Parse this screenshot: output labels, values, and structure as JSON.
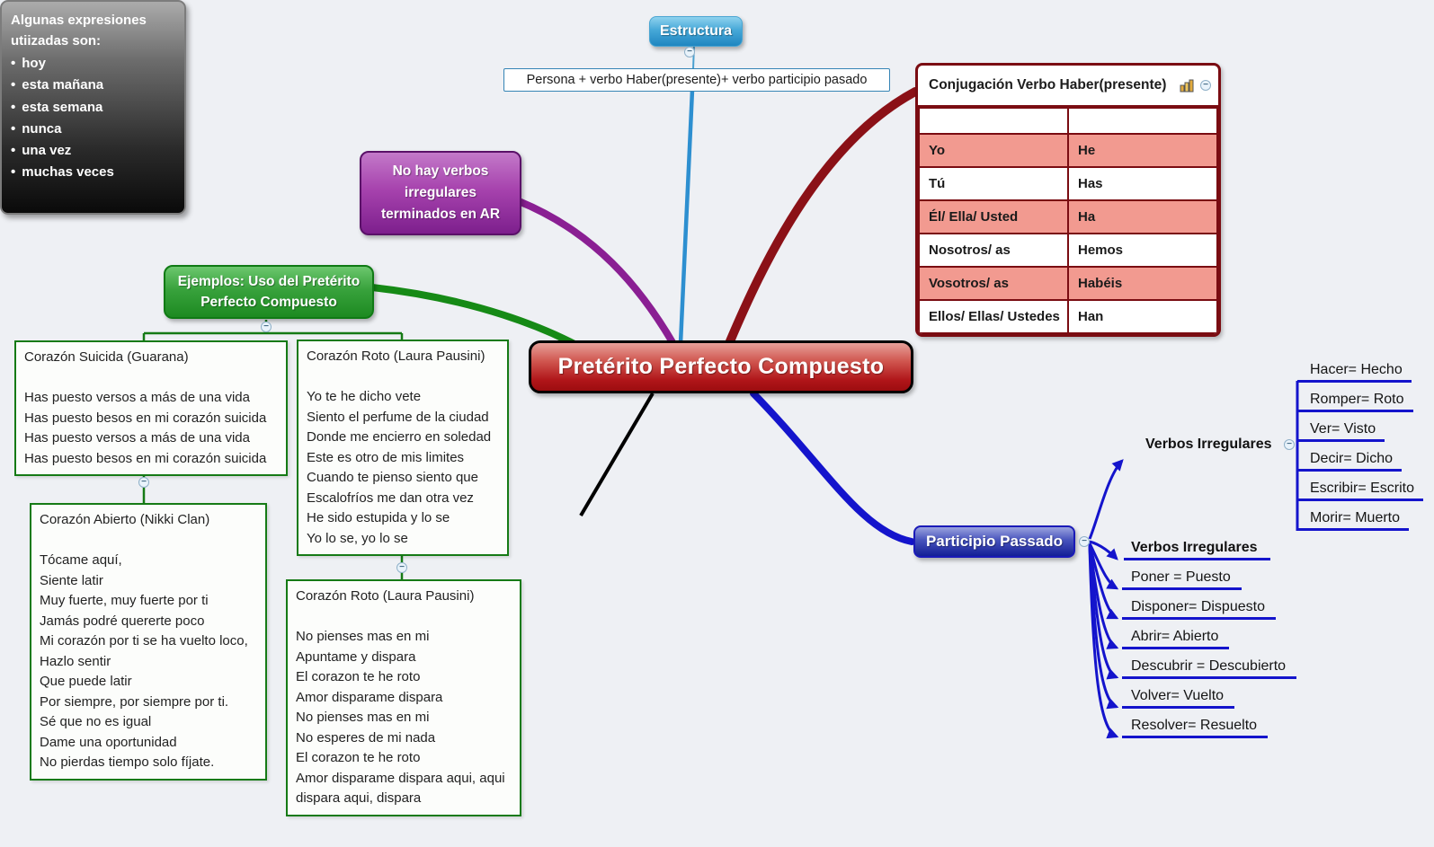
{
  "colors": {
    "background": "#eef0f4",
    "root_red": "#b01114",
    "branch_green": "#168a16",
    "branch_purple": "#8a1f93",
    "branch_blue": "#1414cc",
    "branch_dark_red": "#8b1117",
    "branch_light_blue": "#2d8fd0",
    "branch_black": "#000000",
    "table_pink": "#f29a90"
  },
  "icons": {
    "collapse_glyph": "−",
    "bullet_glyph": "•"
  },
  "root": {
    "label": "Pretérito Perfecto Compuesto"
  },
  "estructura": {
    "label": "Estructura",
    "formula": "Persona + verbo Haber(presente)+ verbo participio pasado"
  },
  "no_irregulares": {
    "label": "No hay verbos irregulares terminados en AR"
  },
  "ejemplos": {
    "label": "Ejemplos: Uso del Pretérito Perfecto Compuesto"
  },
  "haber_table": {
    "title": "Conjugación Verbo Haber(presente)",
    "rows": [
      [
        "",
        ""
      ],
      [
        "Yo",
        "He"
      ],
      [
        "Tú",
        "Has"
      ],
      [
        "Él/ Ella/ Usted",
        "Ha"
      ],
      [
        "Nosotros/ as",
        "Hemos"
      ],
      [
        "Vosotros/ as",
        "Habéis"
      ],
      [
        "Ellos/ Ellas/ Ustedes",
        "Han"
      ]
    ]
  },
  "lyrics": {
    "suicida": {
      "lines": [
        "Corazón Suicida (Guarana)",
        "",
        "Has puesto versos a más de una vida",
        "Has puesto besos en mi corazón suicida",
        "Has puesto versos a más de una vida",
        "Has puesto besos en mi corazón suicida"
      ]
    },
    "roto1": {
      "lines": [
        "Corazón Roto (Laura Pausini)",
        "",
        "Yo te he dicho vete",
        "Siento el perfume de la ciudad",
        "Donde me encierro en soledad",
        "Este es otro de mis limites",
        "Cuando te pienso siento que",
        "Escalofríos me dan otra vez",
        "He sido estupida y lo se",
        "Yo lo se, yo lo se"
      ]
    },
    "abierto": {
      "lines": [
        "Corazón Abierto (Nikki Clan)",
        "",
        "Tócame aquí,",
        "Siente latir",
        "Muy fuerte, muy fuerte por ti",
        "Jamás podré quererte poco",
        "Mi corazón por ti se ha vuelto loco,",
        "Hazlo sentir",
        "Que puede latir",
        "Por siempre, por siempre por ti.",
        "Sé que no es igual",
        "Dame una oportunidad",
        "No pierdas tiempo solo fíjate."
      ]
    },
    "roto2": {
      "lines": [
        "Corazón Roto (Laura Pausini)",
        "",
        "No pienses mas en mi",
        "Apuntame y dispara",
        "El corazon te he roto",
        "Amor disparame dispara",
        "No pienses mas en mi",
        "No esperes de mi nada",
        "El corazon te he roto",
        "Amor disparame dispara aqui, aqui",
        "dispara aqui, dispara"
      ]
    }
  },
  "expresiones": {
    "title_lines": [
      "Algunas expresiones",
      "utiizadas son:"
    ],
    "items": [
      "hoy",
      "esta mañana",
      "esta semana",
      "nunca",
      "una vez",
      "muchas veces"
    ]
  },
  "participio": {
    "label": "Participio Passado"
  },
  "irregulares_top": {
    "header": "Verbos Irregulares",
    "items": [
      "Hacer= Hecho",
      "Romper= Roto",
      "Ver= Visto",
      "Decir= Dicho",
      "Escribir= Escrito",
      "Morir=  Muerto"
    ]
  },
  "irregulares_bottom": {
    "header": "Verbos Irregulares",
    "items": [
      "Poner = Puesto",
      "Disponer= Dispuesto",
      "Abrir= Abierto",
      "Descubrir = Descubierto",
      "Volver= Vuelto",
      "Resolver= Resuelto"
    ]
  }
}
